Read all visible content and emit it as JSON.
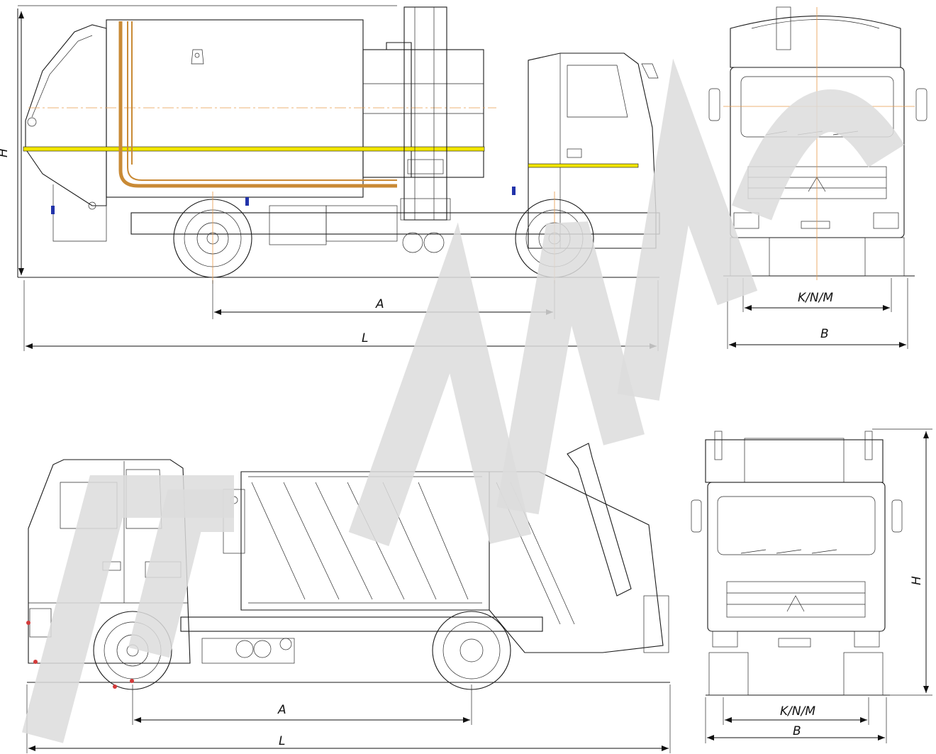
{
  "dimensions": {
    "top_side": {
      "wheelbase": "A",
      "length": "L",
      "height": "H"
    },
    "top_front": {
      "track": "K/N/M",
      "width": "B"
    },
    "bottom_side": {
      "wheelbase": "A",
      "length": "L"
    },
    "bottom_front": {
      "track": "K/N/M",
      "width": "B",
      "height": "H"
    }
  },
  "colors": {
    "stripe_yellow": "#f2e600",
    "hydraulic_hose": "#c98a35",
    "accent_blue": "#2233aa",
    "accent_red": "#d33a3a"
  }
}
